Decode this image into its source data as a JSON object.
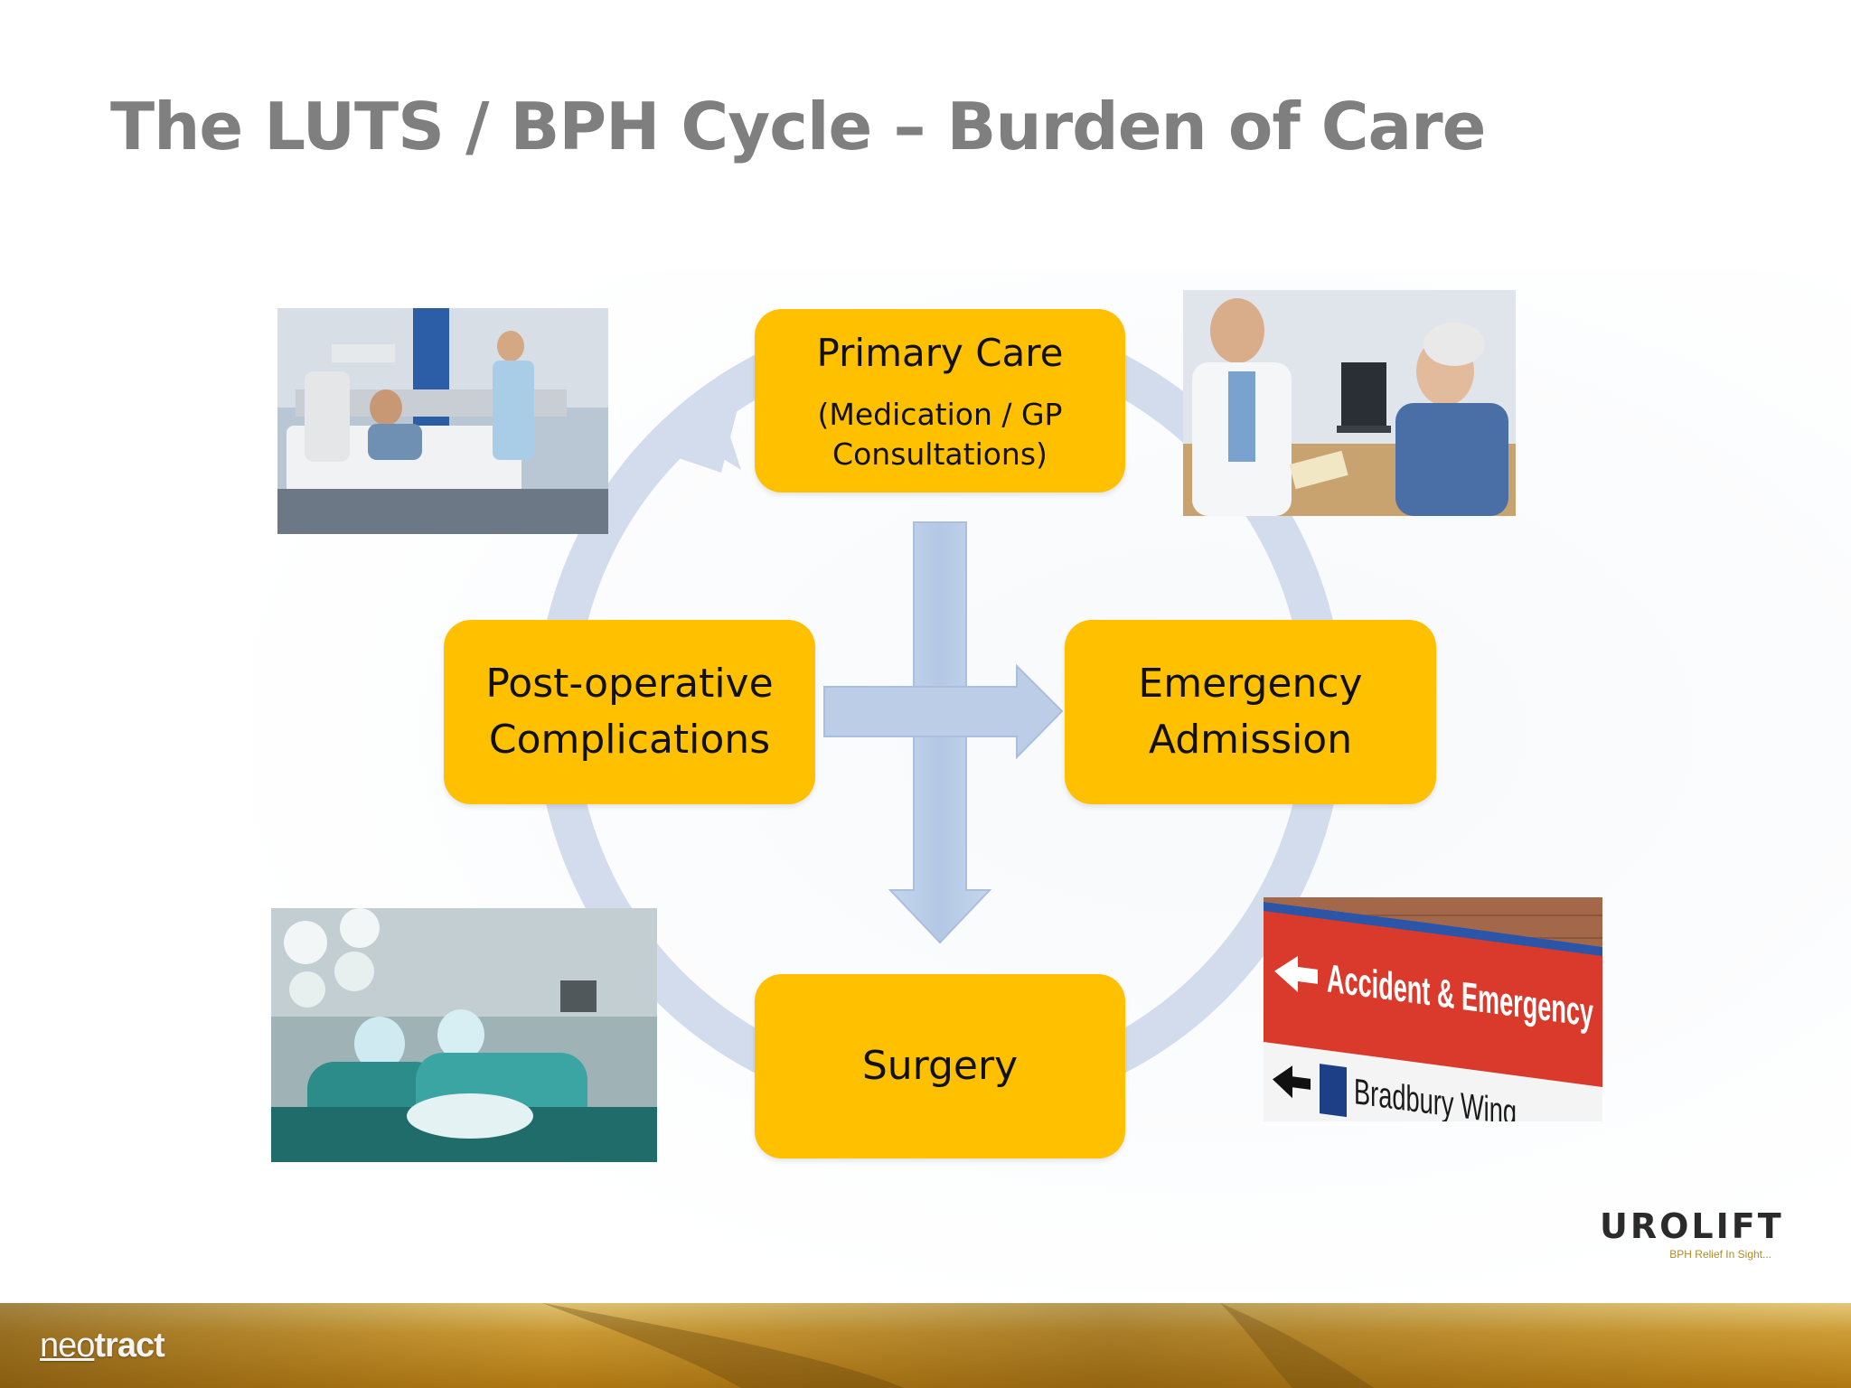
{
  "slide": {
    "title": "The LUTS / BPH Cycle – Burden of Care"
  },
  "nodes": {
    "primary_care": {
      "title": "Primary Care",
      "subtitle": "(Medication / GP\nConsultations)"
    },
    "emergency": {
      "title": "Emergency\nAdmission"
    },
    "surgery": {
      "title": "Surgery"
    },
    "post_op": {
      "title": "Post-operative\nComplications"
    }
  },
  "photos": {
    "ward": {
      "icon": "hospital-ward-photo"
    },
    "gp": {
      "icon": "gp-consultation-photo"
    },
    "surgery": {
      "icon": "operating-theatre-photo"
    },
    "sign": {
      "icon": "accident-emergency-sign-photo",
      "sign_main": "Accident & Emergency",
      "sign_secondary": "Bradbury Wing"
    }
  },
  "branding": {
    "urolift_logo": "UROLIFT",
    "urolift_tagline": "BPH Relief In Sight...",
    "neotract_thin": "neo",
    "neotract_bold": "tract"
  },
  "colors": {
    "node_fill": "#ffc000",
    "cycle_arrow": "#cfd9ea",
    "cross_arrow": "#b7cce6",
    "title_text": "#7f7f7f"
  }
}
